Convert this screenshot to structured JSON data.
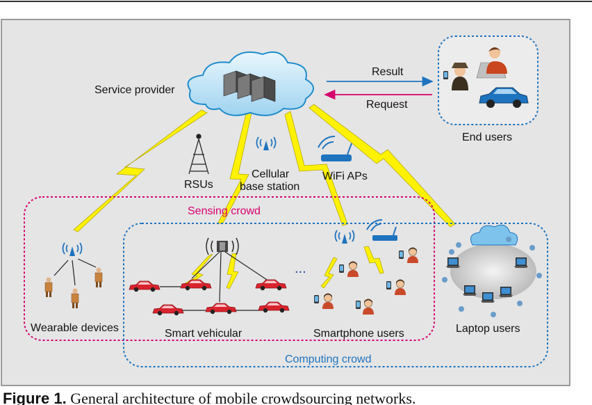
{
  "figure": {
    "caption_number": "Figure 1.",
    "caption_text": "General architecture of mobile crowdsourcing networks."
  },
  "labels": {
    "service_provider": "Service provider",
    "result": "Result",
    "request": "Request",
    "end_users": "End users",
    "rsus": "RSUs",
    "cellular_line1": "Cellular",
    "cellular_line2": "base station",
    "wifi_aps": "WiFi APs",
    "sensing_crowd": "Sensing crowd",
    "computing_crowd": "Computing crowd",
    "wearable_devices": "Wearable devices",
    "smart_vehicular": "Smart vehicular",
    "smartphone_users": "Smartphone users",
    "laptop_users": "Laptop users",
    "ellipsis": "..."
  },
  "colors": {
    "panel_bg": "#e5e5e5",
    "sensing_border": "#d6006e",
    "computing_border": "#1e73be",
    "link_yellow": "#fff200",
    "result_arrow": "#1e73be",
    "request_arrow": "#d6006e",
    "cloud_blue": "#bfe3f6",
    "car_red": "#d9232d",
    "car_blue": "#1e73be",
    "antenna_blue": "#1e73be"
  },
  "icons": [
    "cloud-server-icon",
    "rsu-tower-icon",
    "cellular-antenna-icon",
    "wifi-router-icon",
    "car-icon",
    "phone-icon",
    "person-icon",
    "laptop-icon"
  ]
}
